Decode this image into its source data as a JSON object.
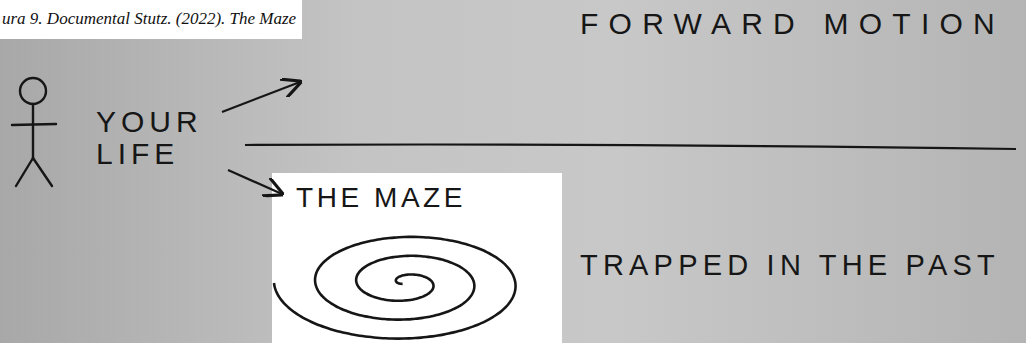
{
  "diagram": {
    "title": "ura 9. Documental Stutz. (2022). The Maze",
    "labels": [
      "FORWARD MOTION",
      "YOUR LIFE",
      "THE MAZE",
      "TRAPPED IN THE PAST"
    ]
  }
}
